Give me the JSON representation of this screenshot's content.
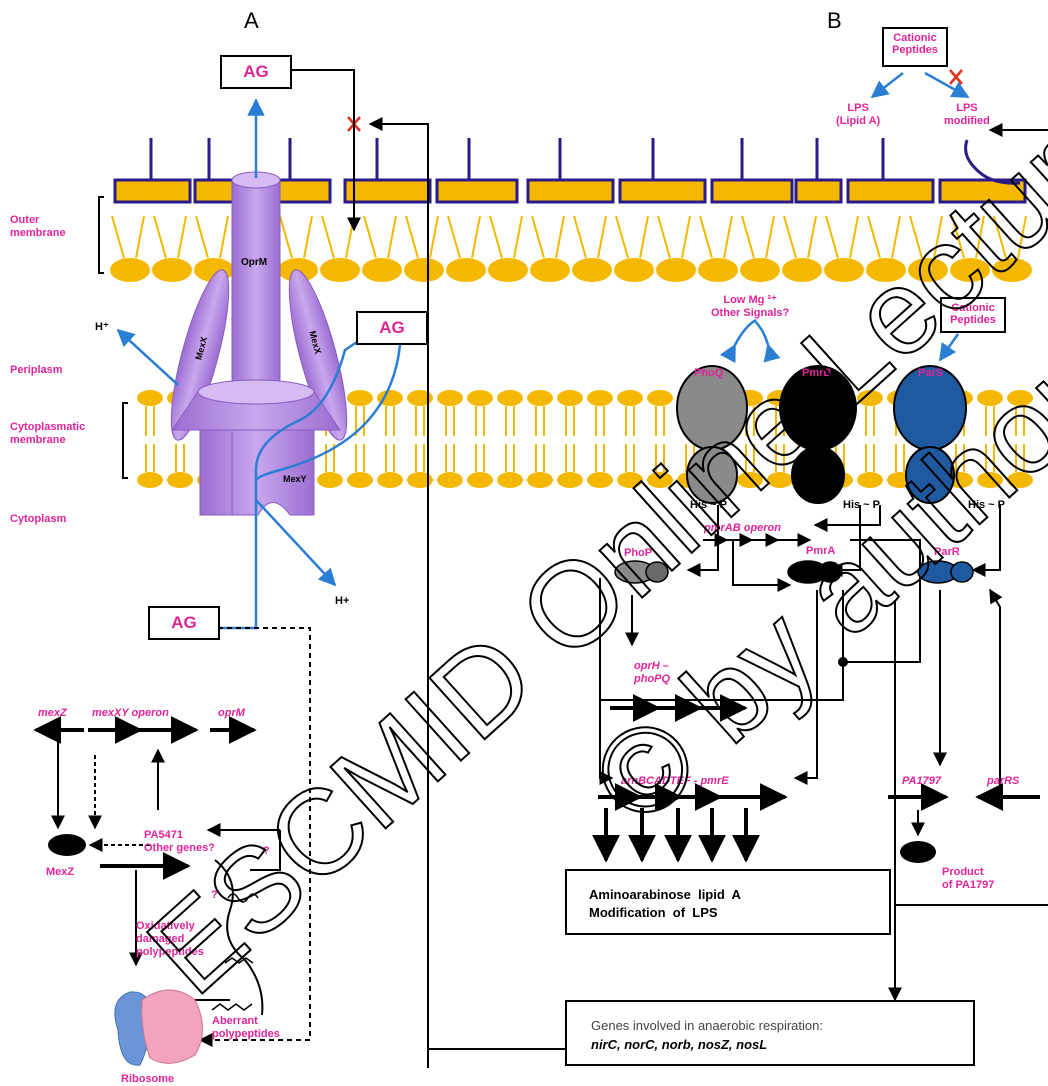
{
  "panels": {
    "a": "A",
    "b": "B"
  },
  "compartments": {
    "outer_membrane": "Outer\nmembrane",
    "periplasm": "Periplasm",
    "cytoplasmatic_membrane": "Cytoplasmatic\nmembrane",
    "cytoplasm": "Cytoplasm"
  },
  "efflux": {
    "oprm": "OprM",
    "mexx_left": "MexX",
    "mexx_right": "MexX",
    "mexy": "MexY",
    "h_plus_in": "H⁺",
    "h_plus_out": "H+"
  },
  "ag_boxes": {
    "top": "AG",
    "mid": "AG",
    "low": "AG"
  },
  "cationic_peptides": {
    "top": "Cationic\nPeptides",
    "mid": "Cationic\nPeptides"
  },
  "lps": {
    "lipid_a": "LPS\n(Lipid A)",
    "modified": "LPS\nmodified"
  },
  "signals": "Low Mg ²⁺\nOther Signals?",
  "sensors": {
    "phoq": "PhoQ",
    "pmrb": "PmrB",
    "pars": "ParS"
  },
  "his_p": {
    "left": "His ~ P",
    "mid": "His ~ P",
    "right": "His ~ P"
  },
  "regulators": {
    "phop": "PhoP",
    "pmra": "PmrA",
    "parr": "ParR"
  },
  "genes_b": {
    "pmrab_operon": "pmrAB  operon",
    "oprh_phopq": "oprH –\nphoPQ",
    "arn": "arnBCADTEF - pmrE",
    "pa1797": "PA1797",
    "parrs": "parRS",
    "product": "Product\nof PA1797"
  },
  "genes_a": {
    "mexz": "mexZ",
    "mexxy_operon": "mexXY  operon",
    "oprm_gene": "oprM",
    "pa5471": "PA5471\nOther genes?",
    "mexz_protein": "MexZ",
    "oxidative": "Oxidatively\ndamaged\npolypeptides",
    "aberrant": "Aberrant\npolypeptides",
    "ribosome": "Ribosome",
    "q1": "?",
    "q2": "?"
  },
  "boxes": {
    "aminoarabinose": "Aminoarabinose  lipid  A\nModification  of  LPS",
    "anaerobic_line1": "Genes involved in anaerobic respiration:",
    "anaerobic_line2": "nirC, norC, norb, nosZ, nosL"
  },
  "watermark": {
    "line1": "ESCMID Online Lecture",
    "line2": "© by author"
  },
  "colors": {
    "magenta": "#e0249a",
    "blue_arrow": "#2a7fd4",
    "membrane_orange": "#f5b800",
    "lps_navy": "#2a1a8a",
    "efflux_purple": "#b58be0",
    "phoq_grey": "#8a8a8a",
    "pars_blue": "#1f5aa0"
  }
}
